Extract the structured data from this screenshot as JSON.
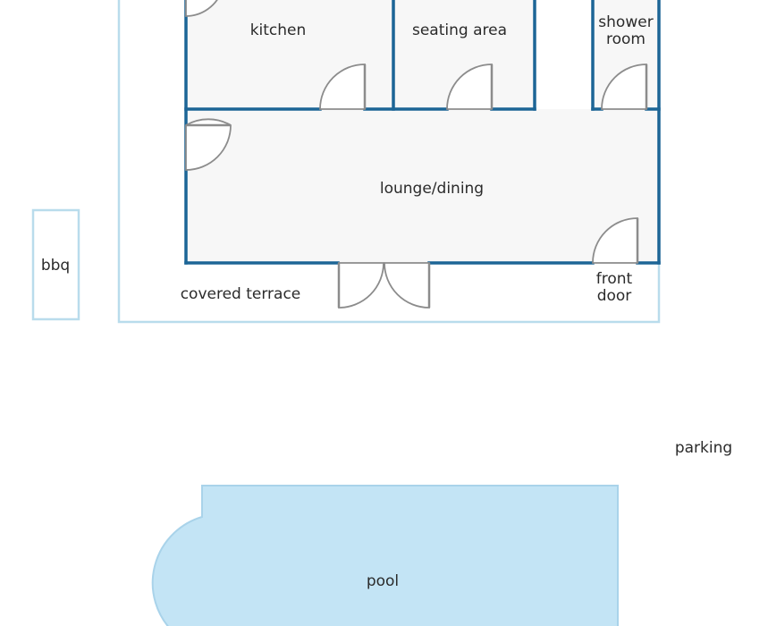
{
  "rooms": {
    "kitchen": "kitchen",
    "seating_area": "seating area",
    "shower_room_line1": "shower",
    "shower_room_line2": "room",
    "lounge_dining": "lounge/dining"
  },
  "outdoor": {
    "bbq": "bbq",
    "covered_terrace": "covered terrace",
    "front_door_line1": "front",
    "front_door_line2": "door",
    "parking": "parking",
    "pool": "pool"
  },
  "colors": {
    "wall": "#1c6596",
    "door": "#8c8c8c",
    "outline_light": "#b9dcec",
    "floor": "#f7f7f7",
    "pool_fill": "#c3e4f5",
    "pool_stroke": "#a9d3ea"
  }
}
